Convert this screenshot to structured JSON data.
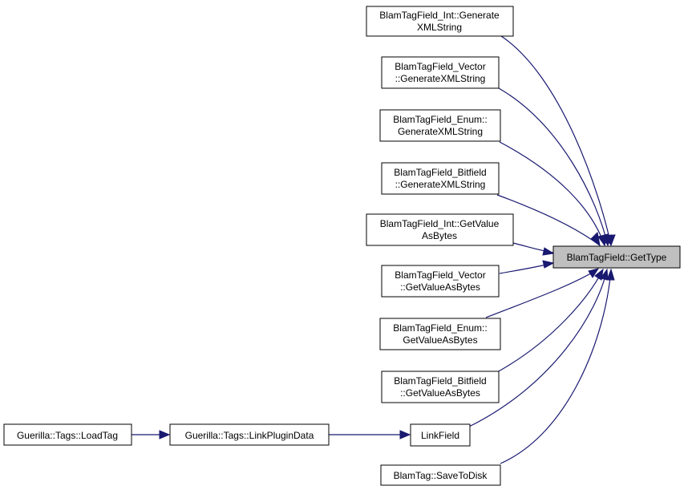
{
  "colors": {
    "edge": "#191970",
    "node_border": "#000000",
    "node_fill": "#ffffff",
    "focus_fill": "#bfbfbf"
  },
  "nodes": {
    "get_type": {
      "lines": [
        "BlamTagField::GetType"
      ]
    },
    "int_gen": {
      "lines": [
        "BlamTagField_Int::Generate",
        "XMLString"
      ]
    },
    "vec_gen": {
      "lines": [
        "BlamTagField_Vector",
        "::GenerateXMLString"
      ]
    },
    "enum_gen": {
      "lines": [
        "BlamTagField_Enum::",
        "GenerateXMLString"
      ]
    },
    "bit_gen": {
      "lines": [
        "BlamTagField_Bitfield",
        "::GenerateXMLString"
      ]
    },
    "int_bytes": {
      "lines": [
        "BlamTagField_Int::GetValue",
        "AsBytes"
      ]
    },
    "vec_bytes": {
      "lines": [
        "BlamTagField_Vector",
        "::GetValueAsBytes"
      ]
    },
    "enum_bytes": {
      "lines": [
        "BlamTagField_Enum::",
        "GetValueAsBytes"
      ]
    },
    "bit_bytes": {
      "lines": [
        "BlamTagField_Bitfield",
        "::GetValueAsBytes"
      ]
    },
    "link_field": {
      "lines": [
        "LinkField"
      ]
    },
    "save_disk": {
      "lines": [
        "BlamTag::SaveToDisk"
      ]
    },
    "load_tag": {
      "lines": [
        "Guerilla::Tags::LoadTag"
      ]
    },
    "link_plugin": {
      "lines": [
        "Guerilla::Tags::LinkPluginData"
      ]
    }
  },
  "edges": [
    {
      "from": "int_gen",
      "to": "get_type"
    },
    {
      "from": "vec_gen",
      "to": "get_type"
    },
    {
      "from": "enum_gen",
      "to": "get_type"
    },
    {
      "from": "bit_gen",
      "to": "get_type"
    },
    {
      "from": "int_bytes",
      "to": "get_type"
    },
    {
      "from": "vec_bytes",
      "to": "get_type"
    },
    {
      "from": "enum_bytes",
      "to": "get_type"
    },
    {
      "from": "bit_bytes",
      "to": "get_type"
    },
    {
      "from": "link_field",
      "to": "get_type"
    },
    {
      "from": "save_disk",
      "to": "get_type"
    },
    {
      "from": "load_tag",
      "to": "link_plugin"
    },
    {
      "from": "link_plugin",
      "to": "link_field"
    }
  ]
}
